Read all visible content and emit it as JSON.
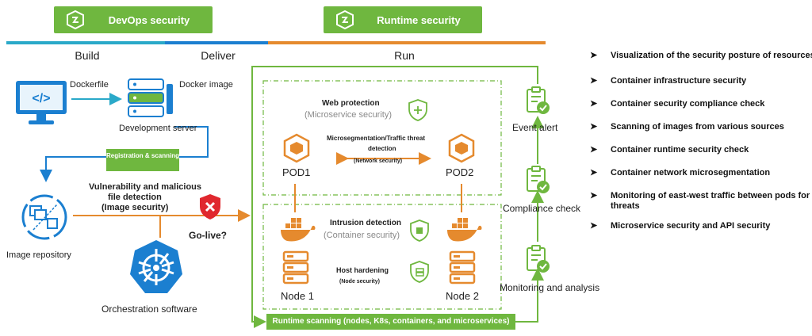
{
  "banners": {
    "devops": "DevOps security",
    "runtime": "Runtime security"
  },
  "phases": {
    "build": "Build",
    "deliver": "Deliver",
    "run": "Run"
  },
  "build": {
    "dockerfile": "Dockerfile",
    "docker_image": "Docker image",
    "dev_server": "Development server",
    "registration": "Registration & scanning",
    "image_repo": "Image repository",
    "vuln_line1": "Vulnerability and malicious",
    "vuln_line2": "file detection",
    "vuln_line3": "(Image security)",
    "go_live": "Go-live?",
    "orchestration": "Orchestration software"
  },
  "runtime": {
    "web_protection": "Web protection",
    "web_sub": "(Microservice security)",
    "microseg_line1": "Microsegmentation/Traffic threat",
    "microseg_line2": "detection",
    "microseg_sub": "(Network security)",
    "pod1": "POD1",
    "pod2": "POD2",
    "intrusion": "Intrusion detection",
    "intrusion_sub": "(Container security)",
    "host_hardening": "Host hardening",
    "host_sub": "(Node security)",
    "node1": "Node 1",
    "node2": "Node 2",
    "scanning": "Runtime scanning (nodes, K8s, containers, and microservices)",
    "event_alert": "Event alert",
    "compliance_check": "Compliance check",
    "monitoring": "Monitoring and analysis"
  },
  "bullets": [
    "Visualization of the security posture of resources",
    "Container infrastructure security",
    "Container security compliance check",
    "Scanning of images from various sources",
    "Container runtime security check",
    "Container network microsegmentation",
    "Monitoring of east-west traffic between pods for threats",
    "Microservice security and API security"
  ],
  "colors": {
    "green": "#6fb73f",
    "orange": "#e58a2e",
    "blue": "#1b7fd0",
    "teal": "#2aa9c9",
    "red": "#e0282e"
  }
}
